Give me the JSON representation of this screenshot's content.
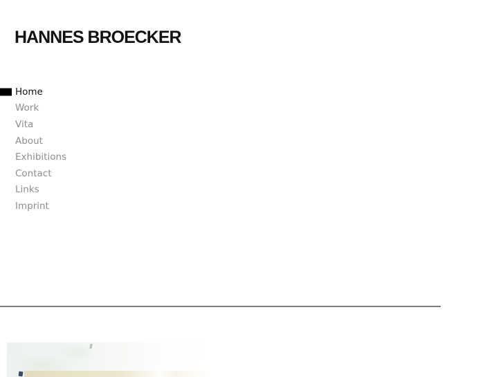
{
  "site": {
    "title": "HANNES BROECKER"
  },
  "nav": {
    "items": [
      {
        "label": "Home",
        "active": true
      },
      {
        "label": "Work",
        "active": false
      },
      {
        "label": "Vita",
        "active": false
      },
      {
        "label": "About",
        "active": false
      },
      {
        "label": "Exhibitions",
        "active": false
      },
      {
        "label": "Contact",
        "active": false
      },
      {
        "label": "Links",
        "active": false
      },
      {
        "label": "Imprint",
        "active": false
      }
    ]
  },
  "colors": {
    "nav_active": "#111111",
    "nav_inactive": "#8e8e8e",
    "marker": "#000000",
    "divider": "#7e7e7e"
  },
  "content": {
    "hero_image": "exhibition-photo-partial"
  }
}
